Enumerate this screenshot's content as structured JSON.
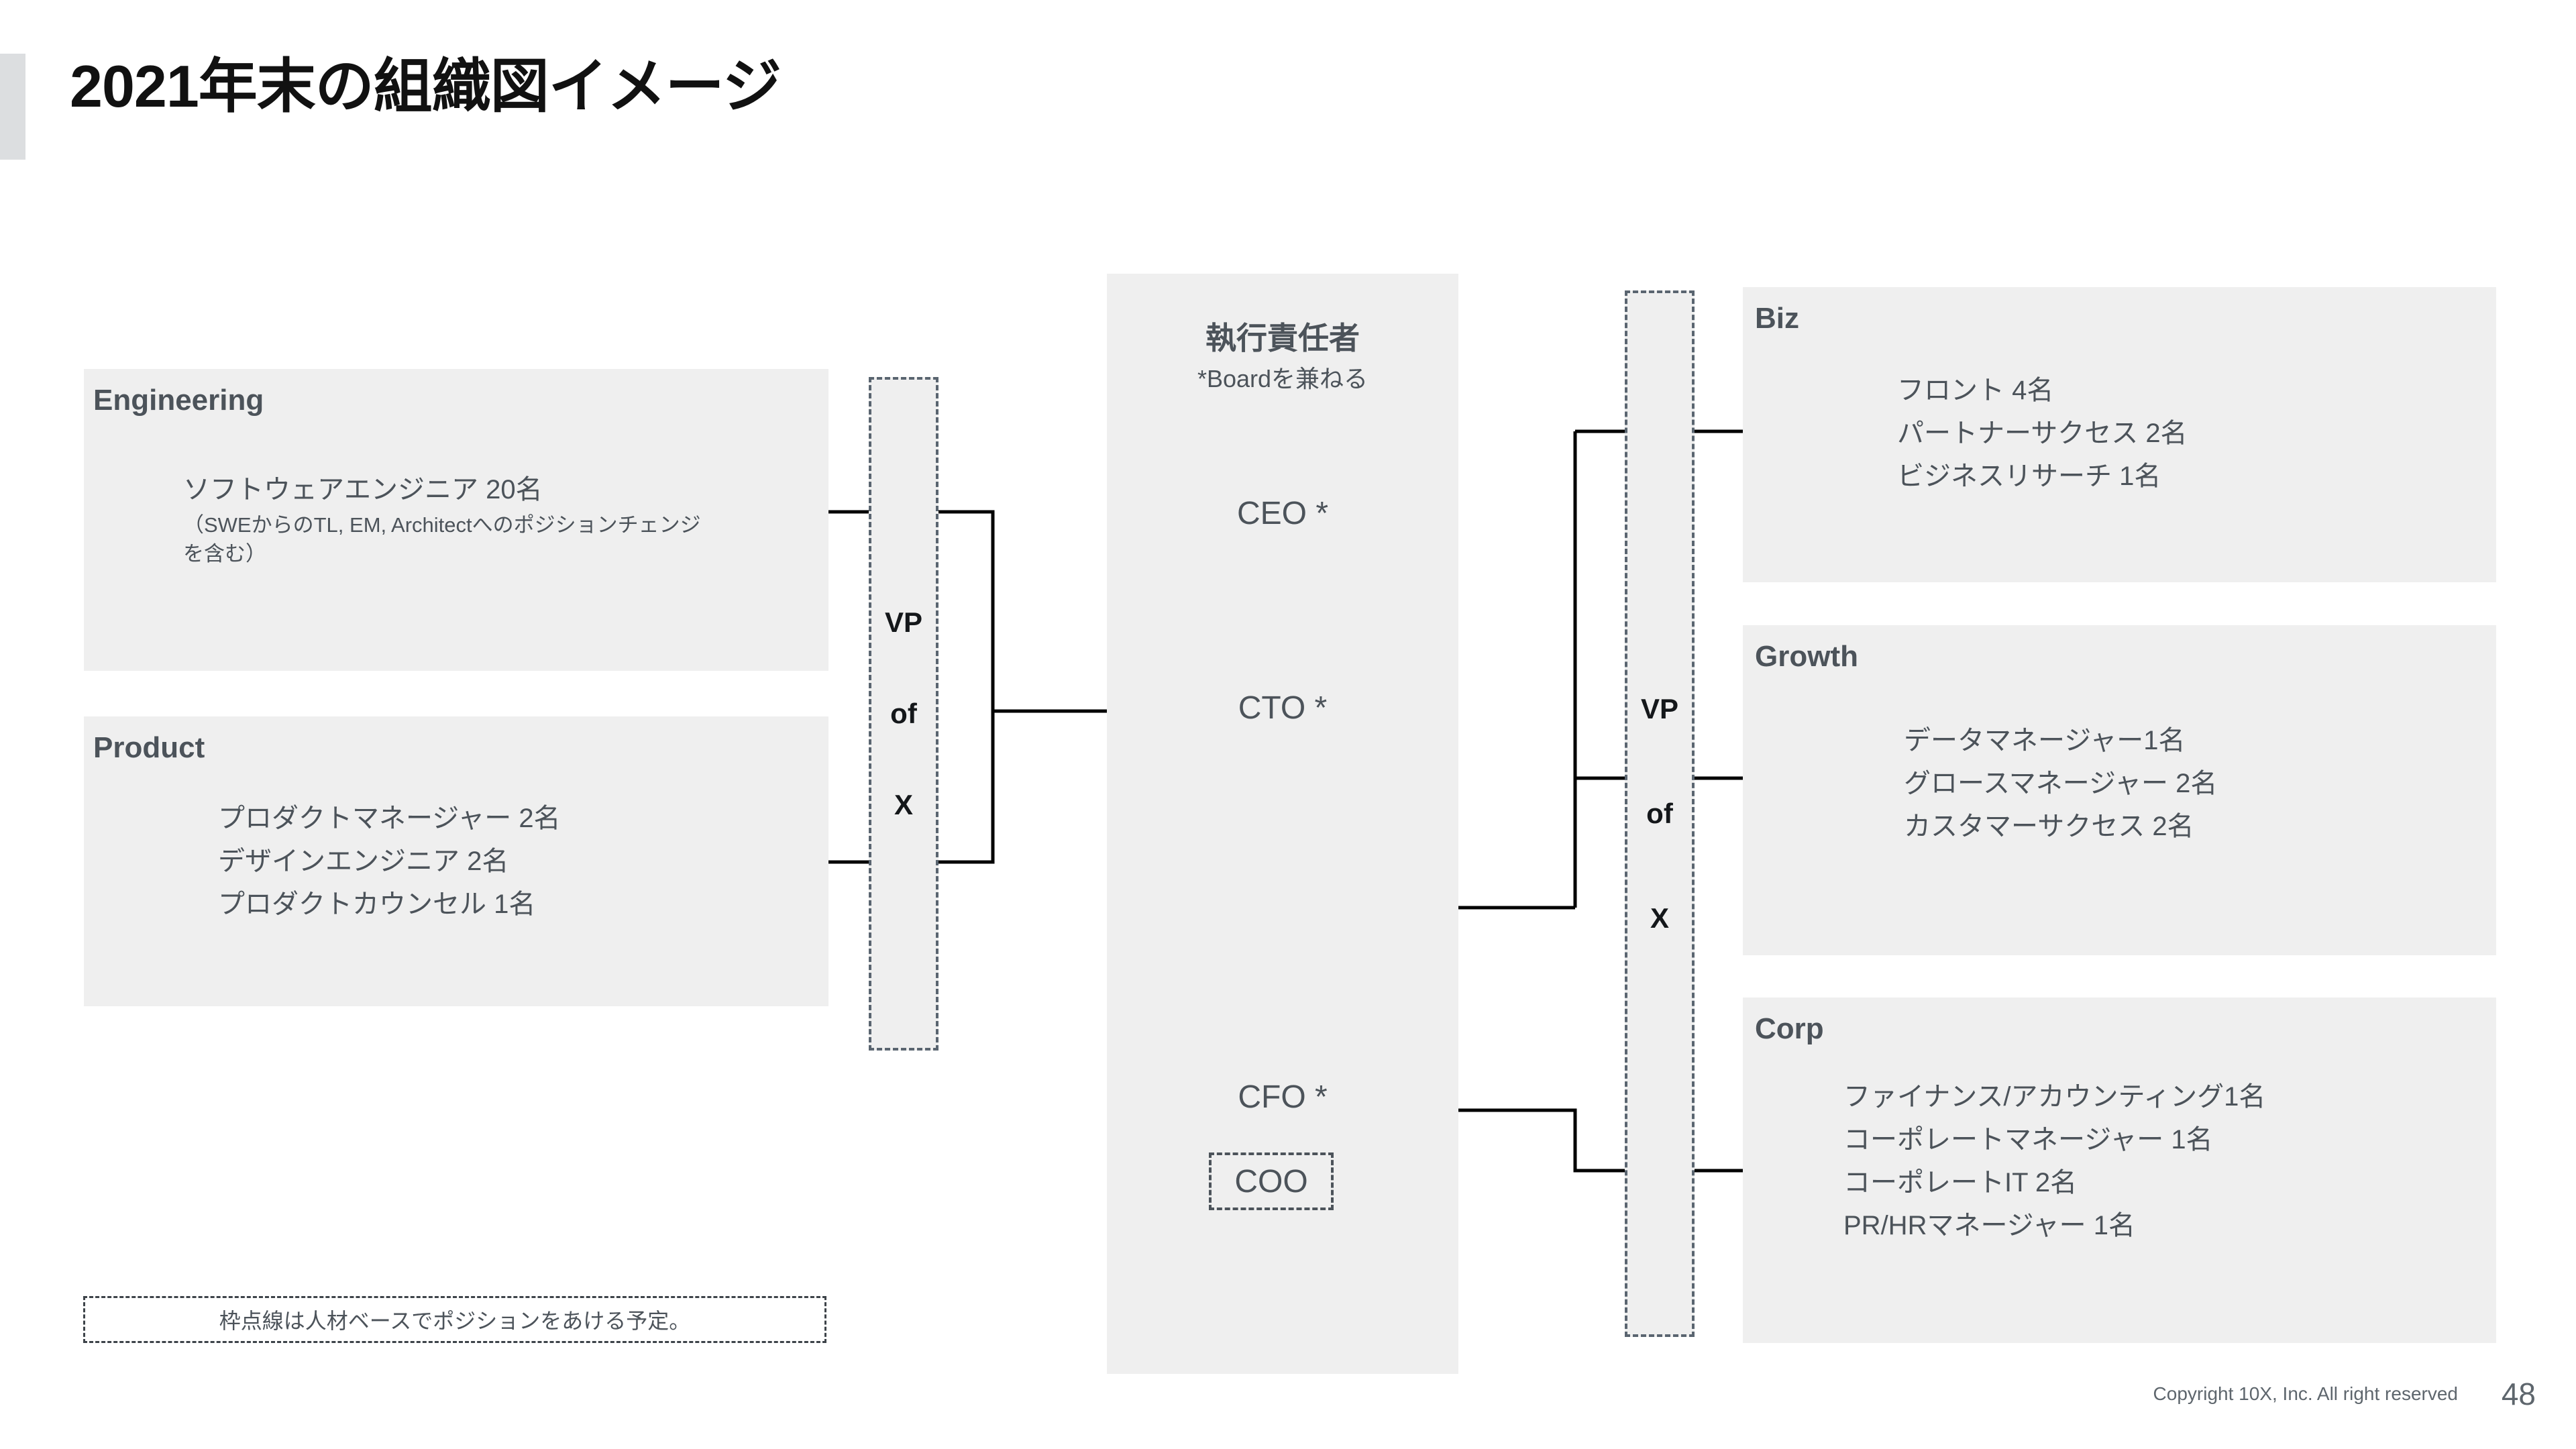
{
  "title": "2021年末の組織図イメージ",
  "colors": {
    "panel_bg": "#efefef",
    "text": "#4c535a",
    "accent_bar": "#dcdee0",
    "line": "#000000",
    "dashed_border": "#5a6570"
  },
  "left_panels": [
    {
      "name": "Engineering",
      "lines": [
        "ソフトウェアエンジニア 20名"
      ],
      "note": "（SWEからのTL, EM, Architectへのポジションチェンジを含む）"
    },
    {
      "name": "Product",
      "lines": [
        "プロダクトマネージャー 2名",
        "デザインエンジニア 2名",
        "プロダクトカウンセル 1名"
      ],
      "note": ""
    }
  ],
  "right_panels": [
    {
      "name": "Biz",
      "lines": [
        "フロント 4名",
        "パートナーサクセス 2名",
        "ビジネスリサーチ 1名"
      ]
    },
    {
      "name": "Growth",
      "lines": [
        "データマネージャー1名",
        "グロースマネージャー 2名",
        "カスタマーサクセス 2名"
      ]
    },
    {
      "name": "Corp",
      "lines": [
        "ファイナンス/アカウンティング1名",
        "コーポレートマネージャー 1名",
        "コーポレートIT 2名",
        "PR/HRマネージャー 1名"
      ]
    }
  ],
  "executive": {
    "heading": "執行責任者",
    "subheading": "*Boardを兼ねる",
    "ceo": "CEO *",
    "cto": "CTO *",
    "coo": "COO",
    "cfo": "CFO *"
  },
  "vp_left": {
    "l1": "VP",
    "l2": "of",
    "l3": "X"
  },
  "vp_right": {
    "l1": "VP",
    "l2": "of",
    "l3": "X"
  },
  "legend": "枠点線は人材ベースでポジションをあける予定。",
  "footer": {
    "copyright": "Copyright 10X, Inc. All right reserved",
    "page_number": "48"
  }
}
